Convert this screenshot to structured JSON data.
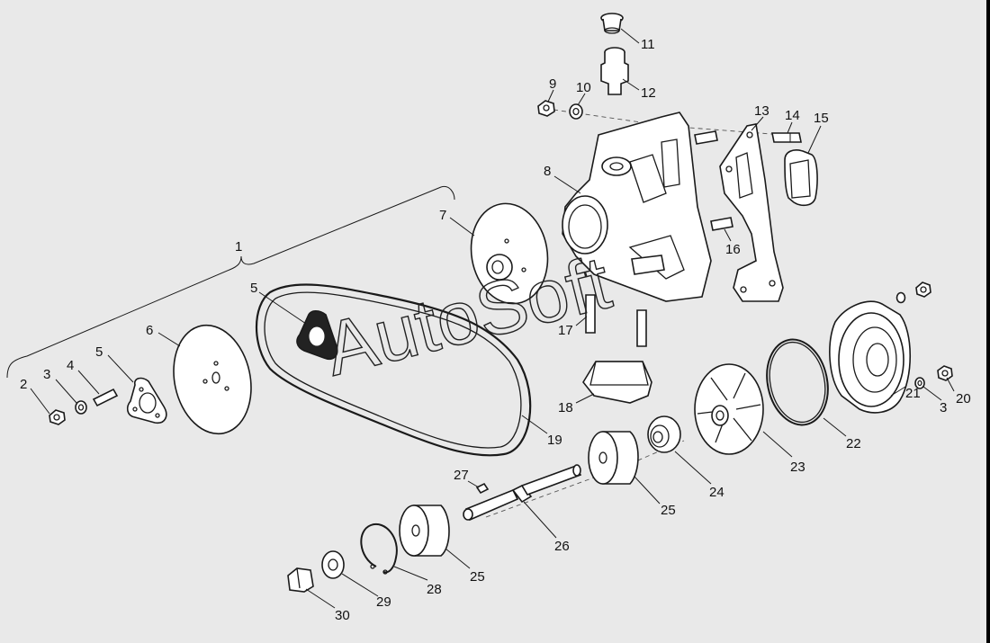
{
  "watermark": "AutoSoft",
  "colors": {
    "background": "#e9e9e9",
    "line": "#1a1a1a",
    "part_fill": "#ffffff"
  },
  "callouts": {
    "c1": "1",
    "c2": "2",
    "c3a": "3",
    "c3b": "3",
    "c4": "4",
    "c5a": "5",
    "c5b": "5",
    "c6": "6",
    "c7": "7",
    "c8": "8",
    "c9": "9",
    "c10": "10",
    "c11": "11",
    "c12": "12",
    "c13": "13",
    "c14": "14",
    "c15": "15",
    "c16": "16",
    "c17": "17",
    "c18": "18",
    "c19": "19",
    "c20": "20",
    "c21": "21",
    "c22": "22",
    "c23": "23",
    "c24": "24",
    "c25a": "25",
    "c25b": "25",
    "c26": "26",
    "c27": "27",
    "c28": "28",
    "c29": "29",
    "c30": "30"
  }
}
